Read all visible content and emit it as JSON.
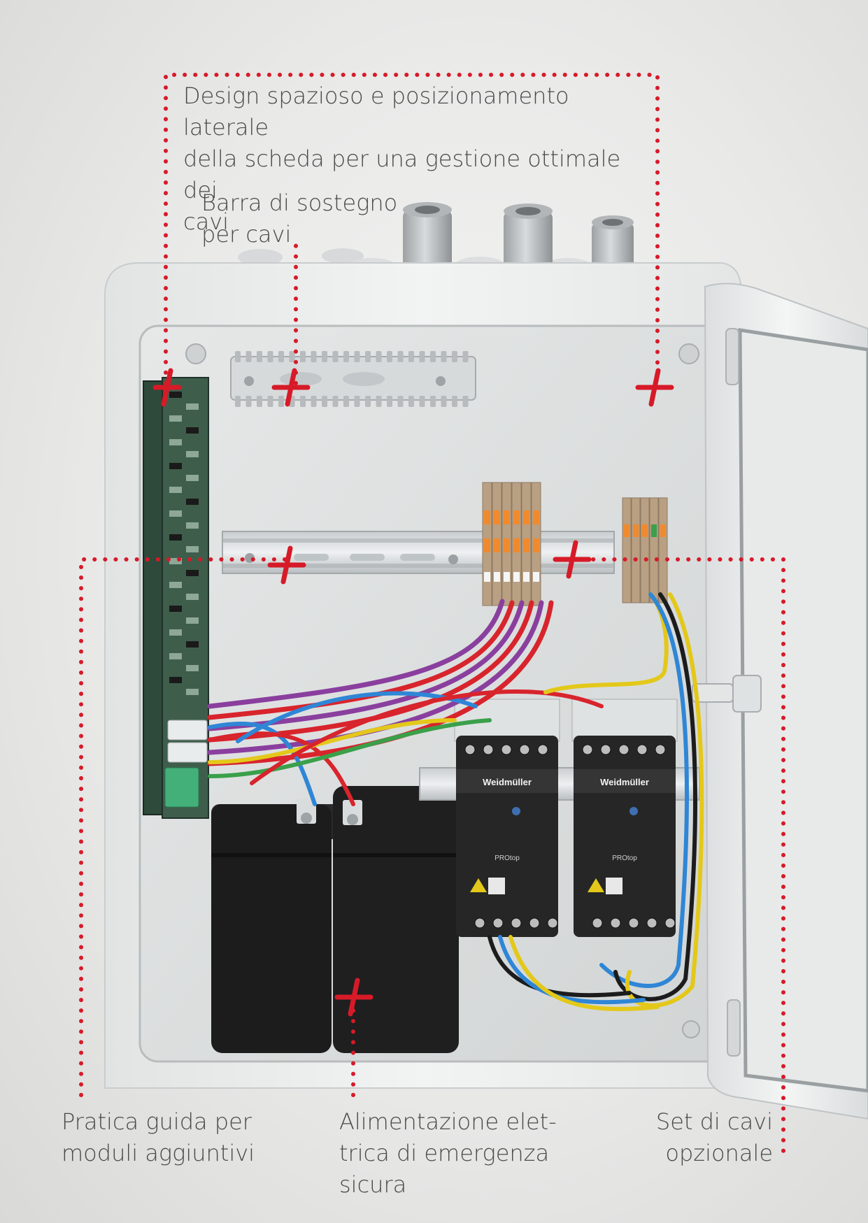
{
  "callouts": {
    "design": {
      "text": "Design spazioso e posizionamento laterale\ndella scheda per una gestione ottimale dei\ncavi"
    },
    "barra": {
      "text": "Barra di sostegno\nper cavi"
    },
    "pratica": {
      "text": "Pratica guida per\nmoduli aggiuntivi"
    },
    "alim": {
      "text": "Alimentazione elet-\ntrica di emergenza\nsicura"
    },
    "set": {
      "text": "Set di cavi\nopzionale"
    }
  },
  "psu_brand": "Weidmüller",
  "psu_model": "PROtop",
  "colors": {
    "accent": "#d71a28",
    "enclosure": "#eceeee",
    "battery": "#1c1c1c",
    "psu": "#2a2a2a",
    "wire_red": "#d8242c",
    "wire_blue": "#2f86d6",
    "wire_purple": "#8a3f9e",
    "wire_yellow": "#e3c81a",
    "wire_green": "#3aa04a",
    "terminal_orange": "#f08a2c",
    "terminal_tan": "#b9a083"
  }
}
